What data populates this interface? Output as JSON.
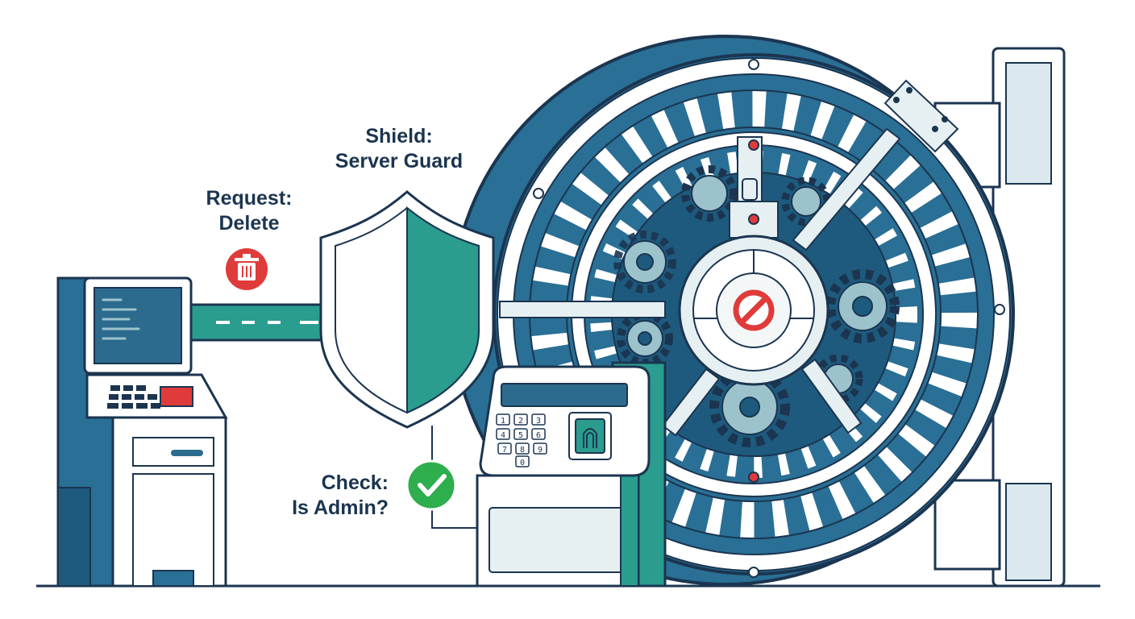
{
  "labels": {
    "request": {
      "line1": "Request:",
      "line2": "Delete"
    },
    "shield": {
      "line1": "Shield:",
      "line2": "Server Guard"
    },
    "check": {
      "line1": "Check:",
      "line2": "Is Admin?"
    }
  },
  "keypad": {
    "keys": [
      "1",
      "2",
      "3",
      "4",
      "5",
      "6",
      "7",
      "8",
      "9",
      "0"
    ]
  },
  "icons": {
    "request": "trash-icon",
    "check": "checkmark-icon",
    "vault": "no-entry-icon",
    "scanner": "fingerprint-icon"
  },
  "colors": {
    "outline": "#1b3550",
    "vault_blue": "#2a6f95",
    "vault_dark": "#1e5a7e",
    "teal": "#2a9d8f",
    "screen": "#2c6b8e",
    "gear": "#9cc3cc",
    "danger": "#e03b3b",
    "success": "#2eae4d",
    "panel_light": "#e6f0f2"
  }
}
